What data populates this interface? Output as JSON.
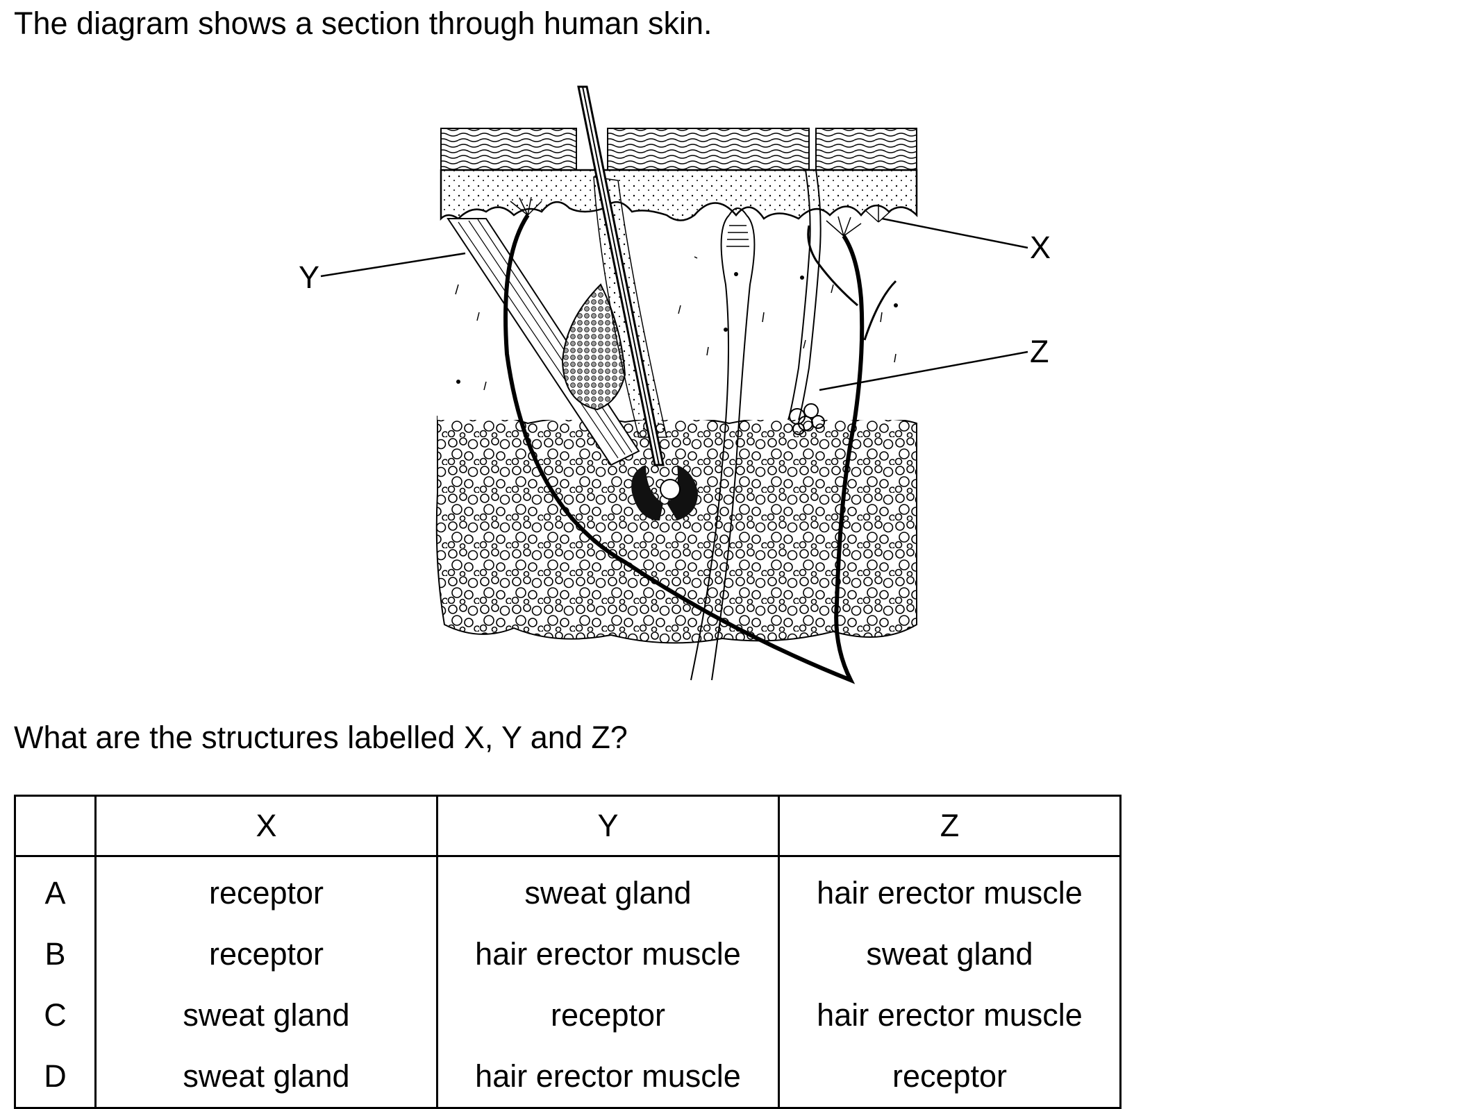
{
  "intro_text": "The diagram shows a section through human skin.",
  "diagram": {
    "labels": {
      "x": "X",
      "y": "Y",
      "z": "Z"
    }
  },
  "question_text": "What are the structures labelled X, Y and Z?",
  "table": {
    "headers": [
      "",
      "X",
      "Y",
      "Z"
    ],
    "rows": [
      {
        "option": "A",
        "x": "receptor",
        "y": "sweat gland",
        "z": "hair erector muscle"
      },
      {
        "option": "B",
        "x": "receptor",
        "y": "hair erector muscle",
        "z": "sweat gland"
      },
      {
        "option": "C",
        "x": "sweat gland",
        "y": "receptor",
        "z": "hair erector muscle"
      },
      {
        "option": "D",
        "x": "sweat gland",
        "y": "hair erector muscle",
        "z": "receptor"
      }
    ]
  }
}
